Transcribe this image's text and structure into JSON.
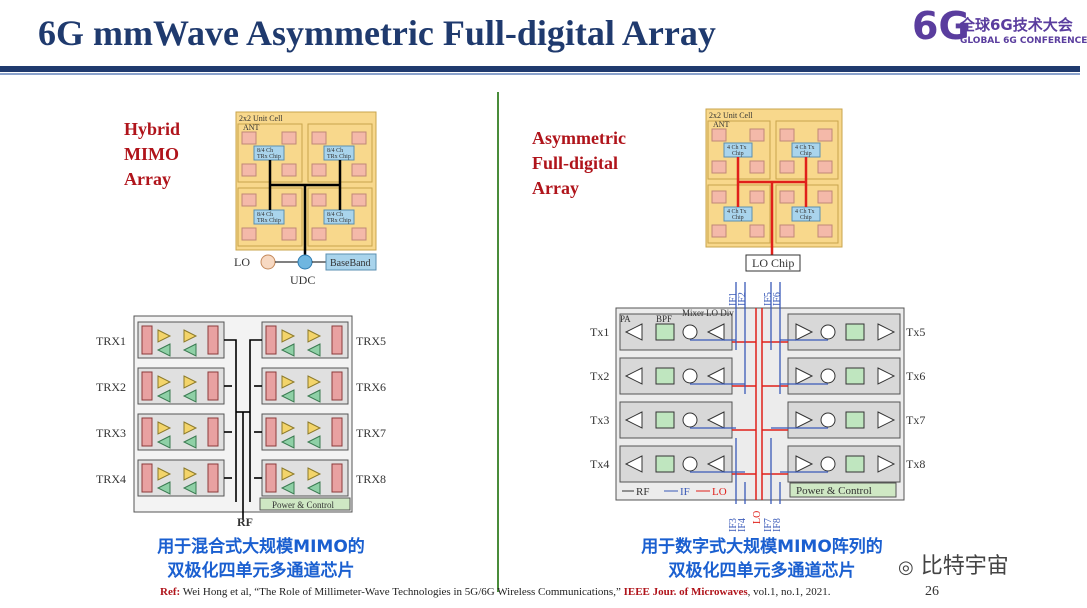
{
  "header": {
    "title": "6G mmWave Asymmetric Full-digital Array",
    "logo_mark": "6G",
    "logo_cn": "全球6G技术大会",
    "logo_en": "GLOBAL 6G CONFERENCE"
  },
  "left": {
    "label_lines": [
      "Hybrid",
      "MIMO",
      "Array"
    ],
    "unit_cell_title": "2x2 Unit Cell",
    "ant_label": "ANT",
    "chip_label_l1": "8/4 Ch",
    "chip_label_l2": "TRx Chip",
    "lo_label": "LO",
    "udc_label": "UDC",
    "baseband_label": "BaseBand",
    "trx_left": [
      "TRX1",
      "TRX2",
      "TRX3",
      "TRX4"
    ],
    "trx_right": [
      "TRX5",
      "TRX6",
      "TRX7",
      "TRX8"
    ],
    "power_label": "Power & Control",
    "rf_label": "RF",
    "caption_lines": [
      "用于混合式大规模MIMO的",
      "双极化四单元多通道芯片"
    ]
  },
  "right": {
    "label_lines": [
      "Asymmetric",
      "Full-digital",
      "Array"
    ],
    "unit_cell_title": "2x2 Unit Cell",
    "ant_label": "ANT",
    "chip_label_l1": "4 Ch Tx",
    "chip_label_l2": "Chip",
    "lo_chip_label": "LO Chip",
    "if_top": [
      "IF1",
      "IF2",
      "IF5",
      "IF6"
    ],
    "if_bottom": [
      "IF3",
      "IF4",
      "LO",
      "IF7",
      "IF8"
    ],
    "block_labels": [
      "PA",
      "BPF",
      "Mixer",
      "LO Div"
    ],
    "tx_left": [
      "Tx1",
      "Tx2",
      "Tx3",
      "Tx4"
    ],
    "tx_right": [
      "Tx5",
      "Tx6",
      "Tx7",
      "Tx8"
    ],
    "legend_rf": "RF",
    "legend_if": "IF",
    "legend_lo": "LO",
    "power_label": "Power & Control",
    "caption_lines": [
      "用于数字式大规模MIMO阵列的",
      "双极化四单元多通道芯片"
    ]
  },
  "footer": {
    "ref_prefix": "Ref:",
    "ref_text": " Wei Hong et al, “The Role of Millimeter-Wave Technologies in 5G/6G Wireless Communications,” ",
    "ref_journal": "IEEE Jour. of Microwaves",
    "ref_tail": ", vol.1, no.1, 2021.",
    "page_number": "26",
    "watermark": "比特宇宙"
  },
  "colors": {
    "title": "#1f3a6e",
    "accent_red": "#b0141b",
    "caption_blue": "#1a5fd0",
    "divider_green": "#4a8c3a",
    "unit_cell_fill": "#f8d88c",
    "chip_fill": "#a9d4ec"
  }
}
